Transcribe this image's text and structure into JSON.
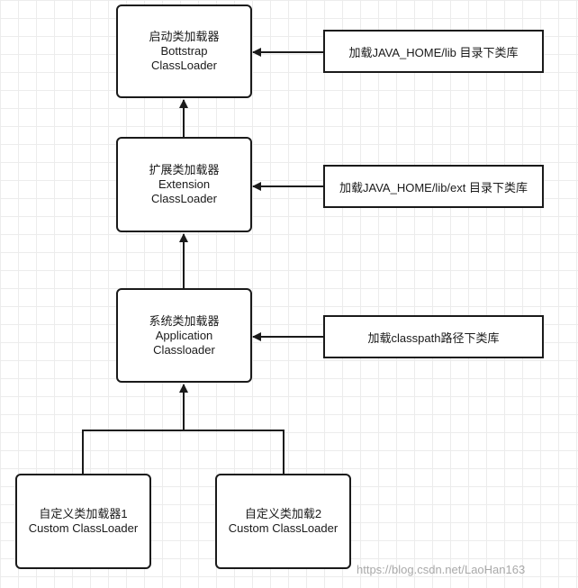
{
  "nodes": {
    "bootstrap": [
      "启动类加载器",
      "Bottstrap",
      "ClassLoader"
    ],
    "extension": [
      "扩展类加载器",
      "Extension",
      "ClassLoader"
    ],
    "application": [
      "系统类加载器",
      "Application",
      "Classloader"
    ],
    "custom1": [
      "自定义类加载器1",
      "Custom ClassLoader"
    ],
    "custom2": [
      "自定义类加载2",
      "Custom ClassLoader"
    ]
  },
  "notes": {
    "bootstrap": "加载JAVA_HOME/lib 目录下类库",
    "extension": "加载JAVA_HOME/lib/ext 目录下类库",
    "application": "加载classpath路径下类库"
  },
  "watermark": "https://blog.csdn.net/LaoHan163",
  "colors": {
    "stroke": "#1a1a1a",
    "grid": "#ececec",
    "background": "#ffffff"
  }
}
